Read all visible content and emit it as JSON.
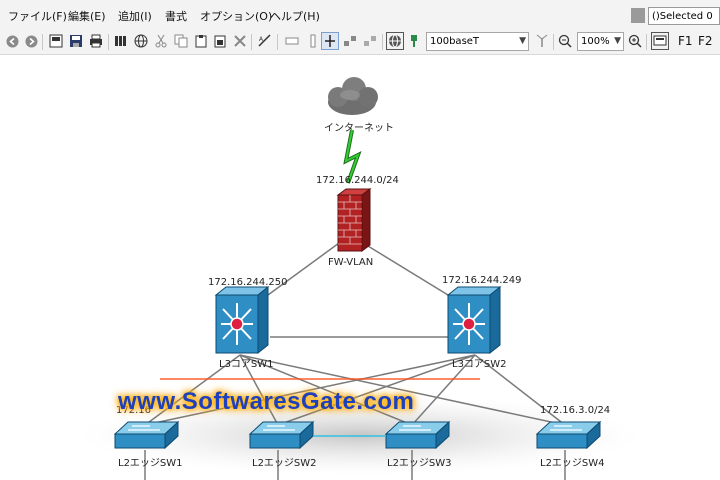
{
  "menu": {
    "file": "ファイル(F)",
    "edit": "編集(E)",
    "add": "追加(I)",
    "format": "書式",
    "options": "オプション(O)",
    "help": "ヘルプ(H)"
  },
  "status": {
    "selected": "()Selected 0"
  },
  "toolbar": {
    "link_type": "100baseT",
    "zoom": "100%",
    "f1": "F1",
    "f2": "F2"
  },
  "diagram": {
    "internet": "インターネット",
    "wan_subnet": "172.16.244.0/24",
    "firewall": "FW-VLAN",
    "core1_ip": "172.16.244.250",
    "core2_ip": "172.16.244.249",
    "core1": "L3コアSW1",
    "core2": "L3コアSW2",
    "edge1_subnet": "172.16",
    "edge4_subnet": "172.16.3.0/24",
    "edge1": "L2エッジSW1",
    "edge2": "L2エッジSW2",
    "edge3": "L2エッジSW3",
    "edge4": "L2エッジSW4"
  },
  "watermark": "www.SoftwaresGate.com",
  "colors": {
    "cisco_blue": "#2f8fc4",
    "firewall_red": "#b22222",
    "wan_link": "#33cc33",
    "link_gray": "#7a7a7a"
  }
}
